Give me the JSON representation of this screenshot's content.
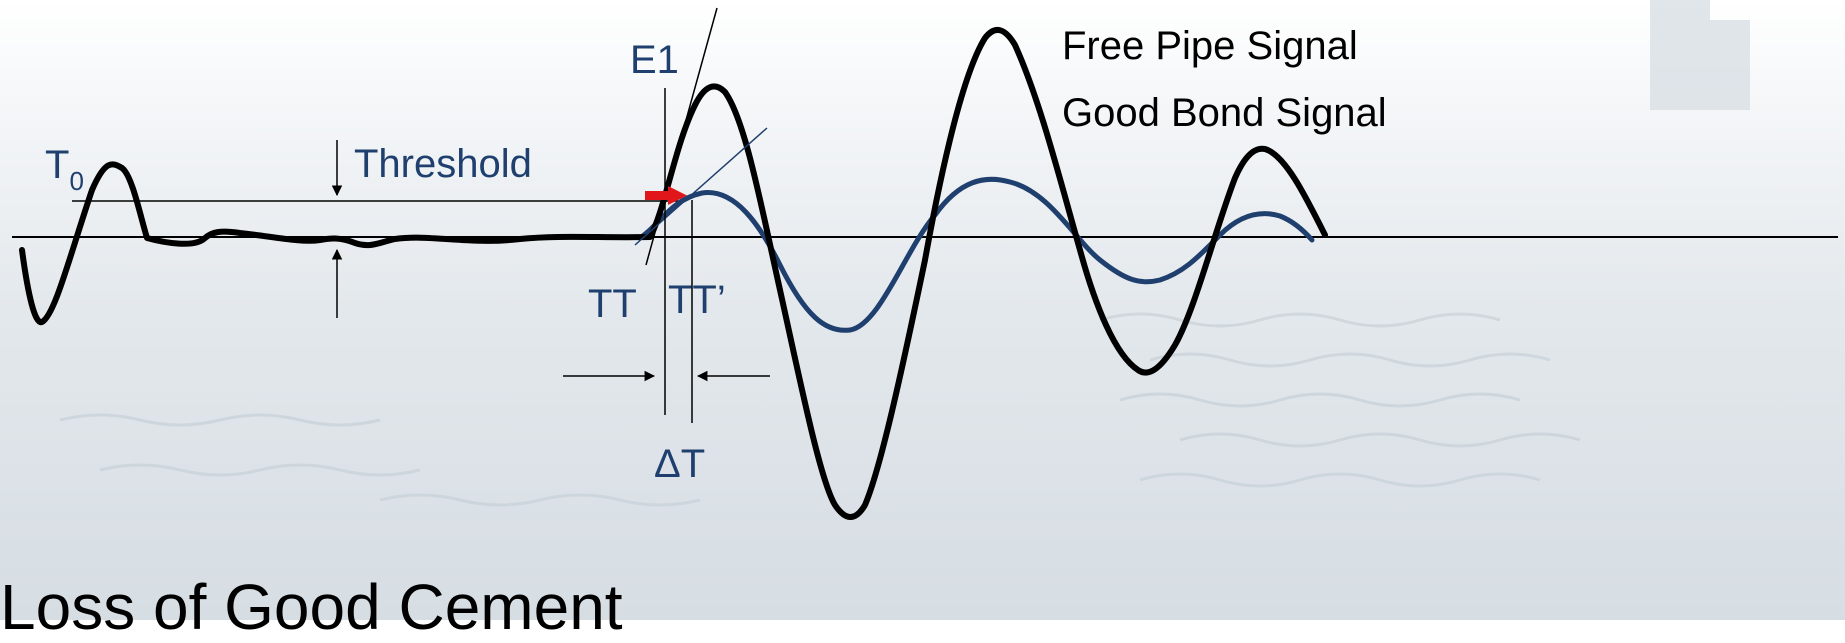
{
  "labels": {
    "t0_main": "T",
    "t0_sub": "0",
    "threshold": "Threshold",
    "e1": "E1",
    "tt": "TT",
    "tt_prime": "TT’",
    "delta_t": "ΔT",
    "legend_free_pipe": "Free Pipe Signal",
    "legend_good_bond": "Good Bond Signal",
    "bottom_text": "Loss of Good Cement"
  },
  "colors": {
    "free_pipe_signal": "#000000",
    "good_bond_signal": "#1F3F6E",
    "first_arrival_arrow": "#E0161B",
    "label_blue": "#1F3F6E"
  }
}
